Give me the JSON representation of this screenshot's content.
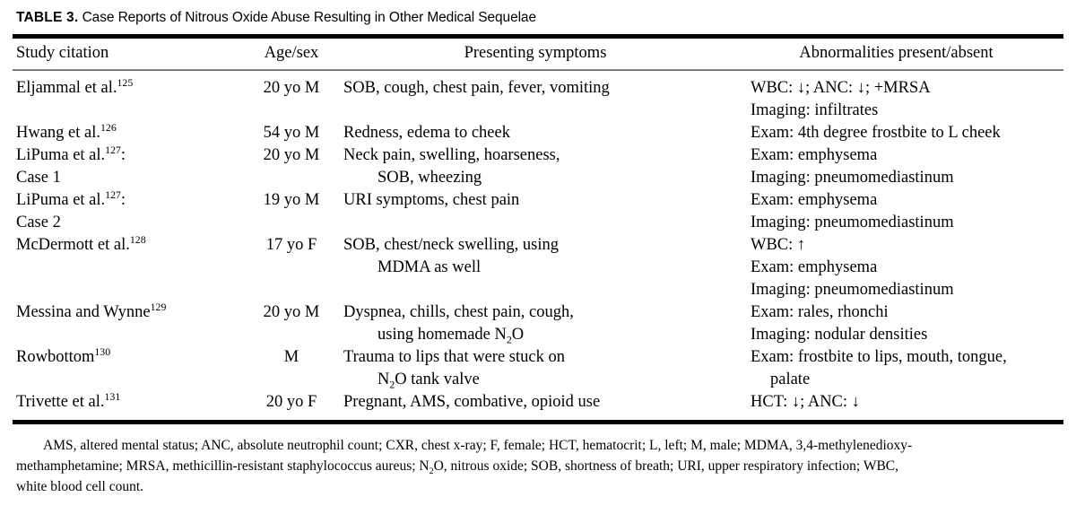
{
  "caption": {
    "label": "TABLE 3.",
    "text": "Case Reports of Nitrous Oxide Abuse Resulting in Other Medical Sequelae"
  },
  "table": {
    "headers": {
      "study": "Study citation",
      "age": "Age/sex",
      "symptoms": "Presenting symptoms",
      "abnormalities": "Abnormalities present/absent"
    },
    "rows": [
      {
        "study": "Eljammal et al.",
        "study_ref": "125",
        "age": "20 yo M",
        "symptoms": [
          "SOB, cough, chest pain, fever, vomiting"
        ],
        "abnormalities": [
          "WBC: ↓; ANC: ↓; +MRSA",
          "Imaging: infiltrates"
        ]
      },
      {
        "study": "Hwang et al.",
        "study_ref": "126",
        "age": "54 yo M",
        "symptoms": [
          "Redness, edema to cheek"
        ],
        "abnormalities": [
          "Exam: 4th degree frostbite to L cheek"
        ]
      },
      {
        "study": "LiPuma et al.",
        "study_ref": "127",
        "study_suffix": ":",
        "study_line2": "Case 1",
        "age": "20 yo M",
        "symptoms": [
          "Neck pain, swelling, hoarseness,",
          "SOB, wheezing"
        ],
        "abnormalities": [
          "Exam: emphysema",
          "Imaging: pneumomediastinum"
        ]
      },
      {
        "study": "LiPuma et al.",
        "study_ref": "127",
        "study_suffix": ":",
        "study_line2": "Case 2",
        "age": "19 yo M",
        "symptoms": [
          "URI symptoms, chest pain"
        ],
        "abnormalities": [
          "Exam: emphysema",
          "Imaging: pneumomediastinum"
        ]
      },
      {
        "study": "McDermott et al.",
        "study_ref": "128",
        "age": "17 yo F",
        "symptoms": [
          "SOB, chest/neck swelling, using",
          "MDMA as well"
        ],
        "abnormalities": [
          "WBC: ↑",
          "Exam: emphysema",
          "Imaging: pneumomediastinum"
        ]
      },
      {
        "study": "Messina and Wynne",
        "study_ref": "129",
        "age": "20 yo M",
        "symptoms": [
          "Dyspnea, chills, chest pain, cough,",
          "using homemade N2O"
        ],
        "abnormalities": [
          "Exam: rales, rhonchi",
          "Imaging: nodular densities"
        ]
      },
      {
        "study": "Rowbottom",
        "study_ref": "130",
        "age": "M",
        "symptoms": [
          "Trauma to lips that were stuck on",
          "N2O tank valve"
        ],
        "abnormalities": [
          "Exam: frostbite to lips, mouth, tongue,",
          "palate"
        ]
      },
      {
        "study": "Trivette et al.",
        "study_ref": "131",
        "age": "20 yo F",
        "symptoms": [
          "Pregnant, AMS, combative, opioid use"
        ],
        "abnormalities": [
          "HCT: ↓; ANC: ↓"
        ]
      }
    ]
  },
  "footnote": {
    "line1": "AMS, altered mental status; ANC, absolute neutrophil count; CXR, chest x-ray; F, female; HCT, hematocrit; L, left; M, male; MDMA, 3,4-methylenedioxy-",
    "line2_a": "methamphetamine; MRSA, methicillin-resistant staphylococcus aureus; N",
    "line2_sub": "2",
    "line2_b": "O, nitrous oxide; SOB, shortness of breath; URI, upper respiratory infection; WBC,",
    "line3": "white blood cell count."
  }
}
